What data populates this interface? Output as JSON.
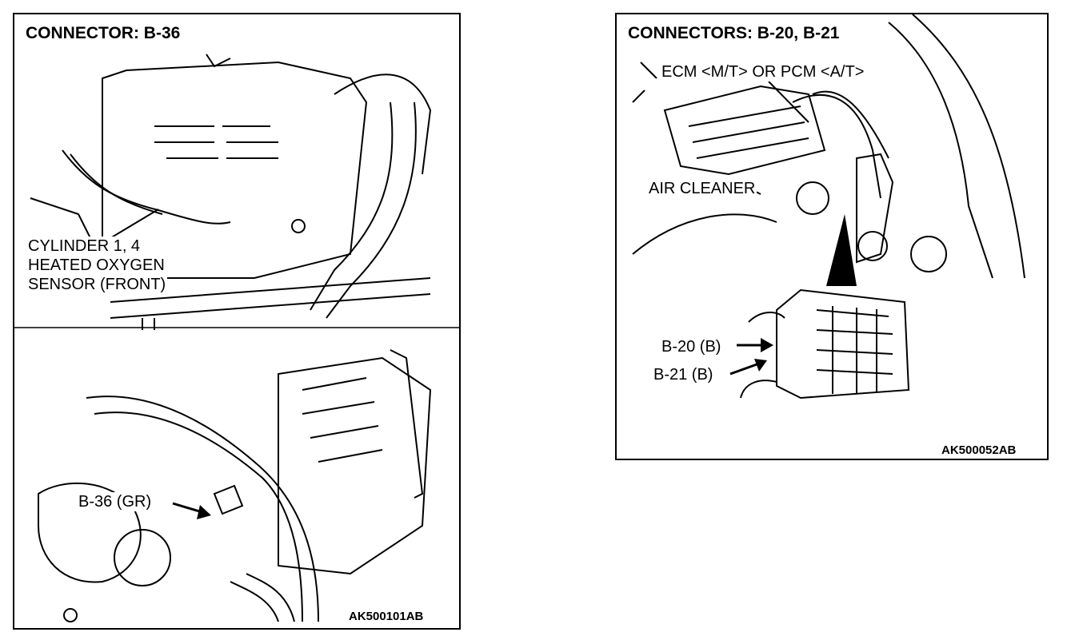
{
  "left_figure": {
    "title": "CONNECTOR: B-36",
    "sensor_label_lines": [
      "CYLINDER 1, 4",
      "HEATED OXYGEN",
      "SENSOR (FRONT)"
    ],
    "connector_label": "B-36 (GR)",
    "figure_code": "AK500101AB"
  },
  "right_figure": {
    "title": "CONNECTORS: B-20, B-21",
    "module_label": "ECM <M/T> OR PCM <A/T>",
    "air_cleaner_label": "AIR CLEANER",
    "connector_labels": [
      "B-20 (B)",
      "B-21 (B)"
    ],
    "figure_code": "AK500052AB"
  }
}
